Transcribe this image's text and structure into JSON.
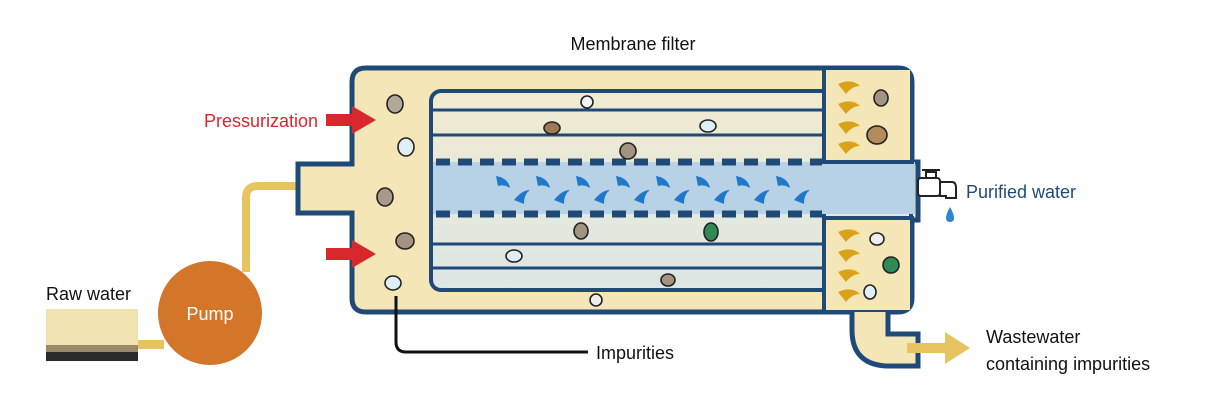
{
  "title": "Membrane filter",
  "labels": {
    "pressurization": "Pressurization",
    "purified_water": "Purified water",
    "raw_water": "Raw water",
    "pump": "Pump",
    "impurities": "Impurities",
    "wastewater_line1": "Wastewater",
    "wastewater_line2": "containing impurities"
  },
  "colors": {
    "housing_fill": "#f5e6b8",
    "housing_stroke": "#1f4a78",
    "membrane_fill": "#e8edd9",
    "purified_channel": "#b7d1e6",
    "pipe_arrow": "#e8c461",
    "pressure_arrow": "#d8272d",
    "pump": "#d4762a",
    "purified_label": "#1f4a78",
    "pressurization_label": "#d8272d",
    "water_drop": "#1f78c8",
    "spiral": "#d9a318"
  },
  "icons": [
    "faucet-icon",
    "water-drop-icon",
    "pressure-arrow-icon",
    "flow-arrow-icon",
    "impurity-particle-icon"
  ]
}
